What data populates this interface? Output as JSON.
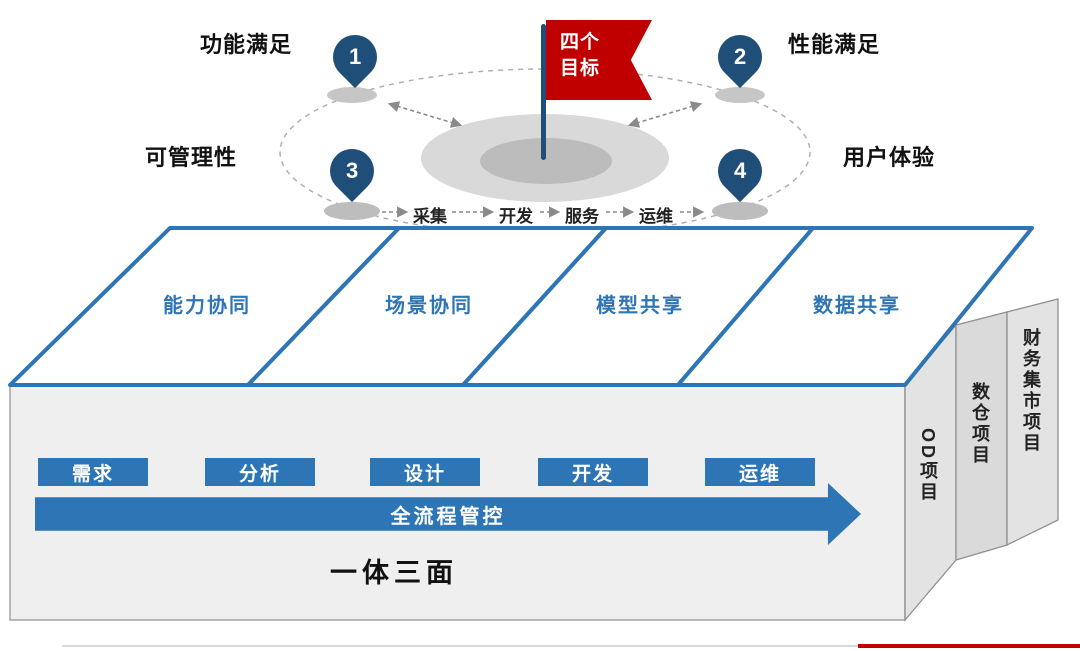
{
  "goals": {
    "flag_label": "四个目标",
    "pins": [
      {
        "number": "1",
        "label": "功能满足"
      },
      {
        "number": "2",
        "label": "性能满足"
      },
      {
        "number": "3",
        "label": "可管理性"
      },
      {
        "number": "4",
        "label": "用户体验"
      }
    ],
    "process": [
      "采集",
      "开发",
      "服务",
      "运维"
    ]
  },
  "platform": {
    "panels": [
      "能力协同",
      "场景协同",
      "模型共享",
      "数据共享"
    ],
    "steps": [
      "需求",
      "分析",
      "设计",
      "开发",
      "运维"
    ],
    "arrow_label": "全流程管控",
    "caption": "一体三面"
  },
  "projects": [
    "OD项目",
    "数仓项目",
    "财务集市项目"
  ],
  "colors": {
    "accent_blue": "#2E75B6",
    "pin_navy": "#1F4E79",
    "flag_red": "#C00000",
    "face_gray": "#EFEFEF"
  }
}
